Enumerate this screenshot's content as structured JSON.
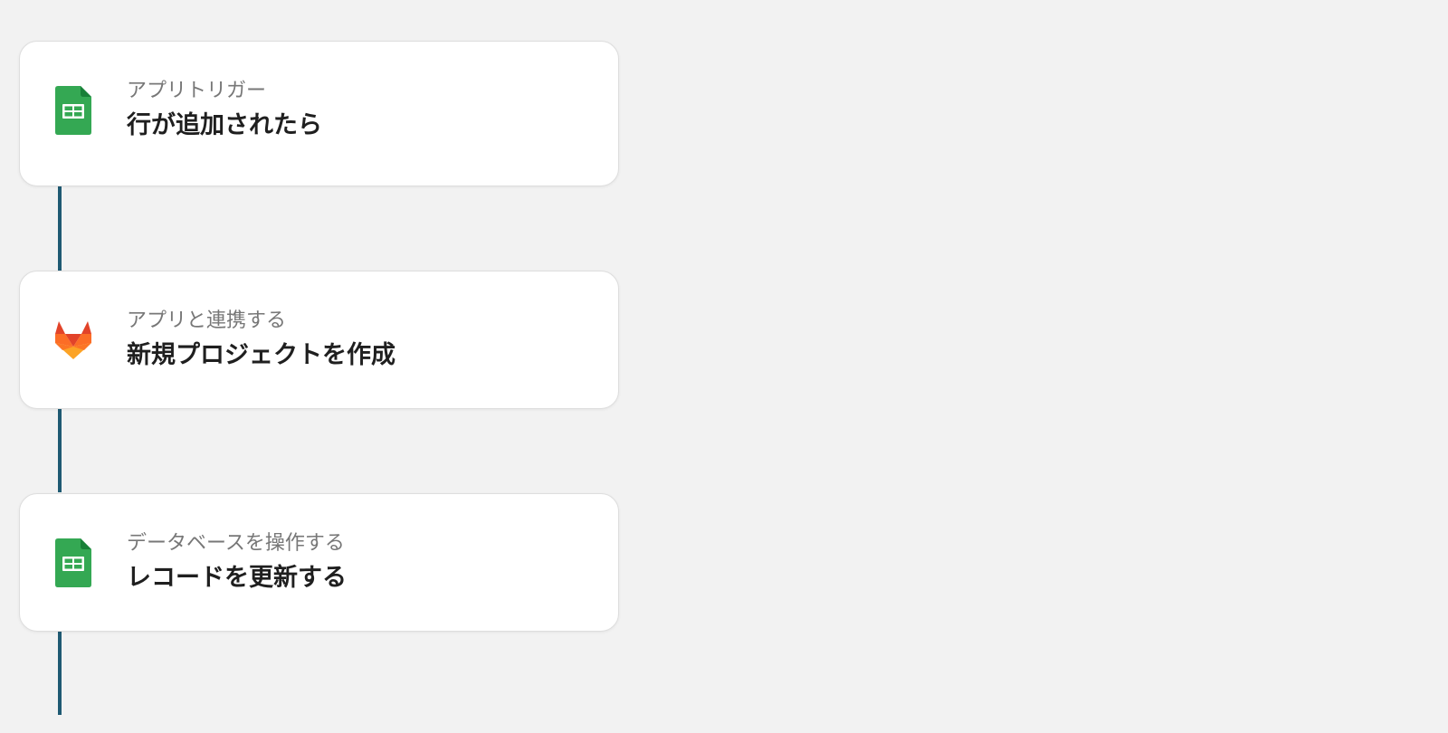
{
  "flow": {
    "steps": [
      {
        "icon": "google-sheets-icon",
        "label": "アプリトリガー",
        "title": "行が追加されたら"
      },
      {
        "icon": "gitlab-icon",
        "label": "アプリと連携する",
        "title": "新規プロジェクトを作成"
      },
      {
        "icon": "google-sheets-icon",
        "label": "データベースを操作する",
        "title": "レコードを更新する"
      }
    ]
  },
  "colors": {
    "background": "#f2f2f2",
    "card": "#ffffff",
    "connector": "#1f5a73",
    "sheets_green": "#34a853",
    "gitlab_orange": "#e24329"
  }
}
